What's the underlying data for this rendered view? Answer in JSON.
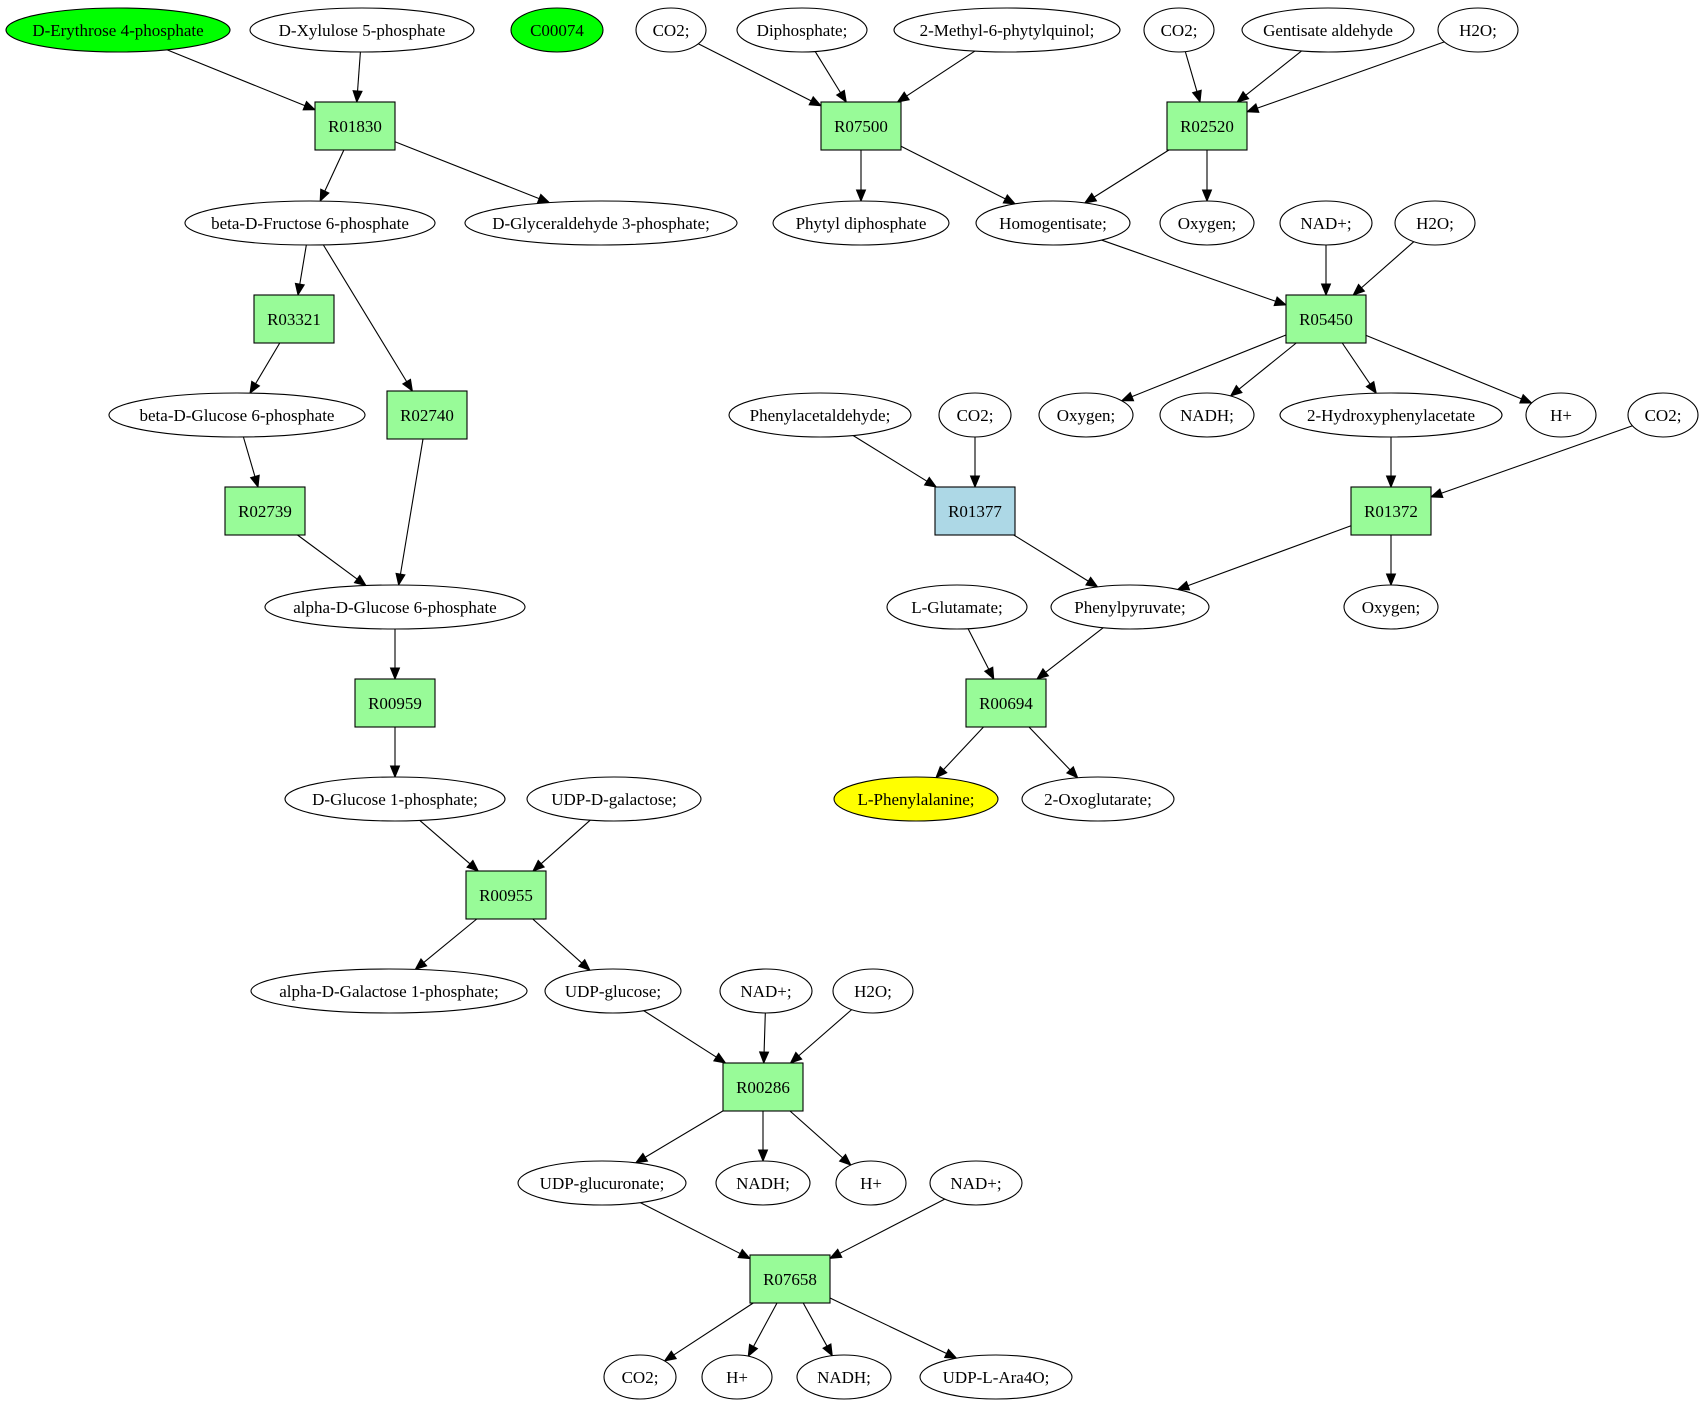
{
  "colors": {
    "reaction_default": "#98fb98",
    "reaction_highlight": "#add8e6",
    "compound_default": "#ffffff",
    "compound_source": "#00ff00",
    "compound_target": "#ffff00"
  },
  "compounds": [
    {
      "id": "c_e4p",
      "label": "D-Erythrose 4-phosphate",
      "fill": "source"
    },
    {
      "id": "c_x5p",
      "label": "D-Xylulose 5-phosphate"
    },
    {
      "id": "c_c74",
      "label": "C00074",
      "fill": "source"
    },
    {
      "id": "c_co2_a",
      "label": "CO2;"
    },
    {
      "id": "c_dip",
      "label": "Diphosphate;"
    },
    {
      "id": "c_mpq",
      "label": "2-Methyl-6-phytylquinol;"
    },
    {
      "id": "c_co2_b",
      "label": "CO2;"
    },
    {
      "id": "c_gald",
      "label": "Gentisate aldehyde"
    },
    {
      "id": "c_h2o_a",
      "label": "H2O;"
    },
    {
      "id": "c_bf6p",
      "label": "beta-D-Fructose 6-phosphate"
    },
    {
      "id": "c_g3p",
      "label": "D-Glyceraldehyde 3-phosphate;"
    },
    {
      "id": "c_phdp",
      "label": "Phytyl diphosphate"
    },
    {
      "id": "c_hgen",
      "label": "Homogentisate;"
    },
    {
      "id": "c_oxy_a",
      "label": "Oxygen;"
    },
    {
      "id": "c_nad_a",
      "label": "NAD+;"
    },
    {
      "id": "c_h2o_b",
      "label": "H2O;"
    },
    {
      "id": "c_bg6p",
      "label": "beta-D-Glucose 6-phosphate"
    },
    {
      "id": "c_phald",
      "label": "Phenylacetaldehyde;"
    },
    {
      "id": "c_co2_c",
      "label": "CO2;"
    },
    {
      "id": "c_oxy_b",
      "label": "Oxygen;"
    },
    {
      "id": "c_nadh_a",
      "label": "NADH;"
    },
    {
      "id": "c_hpa",
      "label": "2-Hydroxyphenylacetate"
    },
    {
      "id": "c_hp_a",
      "label": "H+"
    },
    {
      "id": "c_co2_d",
      "label": "CO2;"
    },
    {
      "id": "c_ag6p",
      "label": "alpha-D-Glucose 6-phosphate"
    },
    {
      "id": "c_glu",
      "label": "L-Glutamate;"
    },
    {
      "id": "c_ppyr",
      "label": "Phenylpyruvate;"
    },
    {
      "id": "c_oxy_c",
      "label": "Oxygen;"
    },
    {
      "id": "c_g1p",
      "label": "D-Glucose 1-phosphate;"
    },
    {
      "id": "c_udpgal",
      "label": "UDP-D-galactose;"
    },
    {
      "id": "c_phe",
      "label": "L-Phenylalanine;",
      "fill": "target"
    },
    {
      "id": "c_2og",
      "label": "2-Oxoglutarate;"
    },
    {
      "id": "c_agal1p",
      "label": "alpha-D-Galactose 1-phosphate;"
    },
    {
      "id": "c_udpglc",
      "label": "UDP-glucose;"
    },
    {
      "id": "c_nad_b",
      "label": "NAD+;"
    },
    {
      "id": "c_h2o_c",
      "label": "H2O;"
    },
    {
      "id": "c_udpgca",
      "label": "UDP-glucuronate;"
    },
    {
      "id": "c_nadh_b",
      "label": "NADH;"
    },
    {
      "id": "c_hp_b",
      "label": "H+"
    },
    {
      "id": "c_nad_c",
      "label": "NAD+;"
    },
    {
      "id": "c_co2_e",
      "label": "CO2;"
    },
    {
      "id": "c_hp_c",
      "label": "H+"
    },
    {
      "id": "c_nadh_c",
      "label": "NADH;"
    },
    {
      "id": "c_udpara",
      "label": "UDP-L-Ara4O;"
    }
  ],
  "reactions": [
    {
      "id": "R01830",
      "label": "R01830"
    },
    {
      "id": "R07500",
      "label": "R07500"
    },
    {
      "id": "R02520",
      "label": "R02520"
    },
    {
      "id": "R03321",
      "label": "R03321"
    },
    {
      "id": "R02740",
      "label": "R02740"
    },
    {
      "id": "R05450",
      "label": "R05450"
    },
    {
      "id": "R02739",
      "label": "R02739"
    },
    {
      "id": "R01377",
      "label": "R01377",
      "fill": "highlight"
    },
    {
      "id": "R01372",
      "label": "R01372"
    },
    {
      "id": "R00959",
      "label": "R00959"
    },
    {
      "id": "R00694",
      "label": "R00694"
    },
    {
      "id": "R00955",
      "label": "R00955"
    },
    {
      "id": "R00286",
      "label": "R00286"
    },
    {
      "id": "R07658",
      "label": "R07658"
    }
  ],
  "edges": [
    [
      "c_e4p",
      "R01830"
    ],
    [
      "c_x5p",
      "R01830"
    ],
    [
      "R01830",
      "c_bf6p"
    ],
    [
      "R01830",
      "c_g3p"
    ],
    [
      "c_co2_a",
      "R07500"
    ],
    [
      "c_dip",
      "R07500"
    ],
    [
      "c_mpq",
      "R07500"
    ],
    [
      "R07500",
      "c_phdp"
    ],
    [
      "R07500",
      "c_hgen"
    ],
    [
      "c_co2_b",
      "R02520"
    ],
    [
      "c_gald",
      "R02520"
    ],
    [
      "c_h2o_a",
      "R02520"
    ],
    [
      "R02520",
      "c_hgen"
    ],
    [
      "R02520",
      "c_oxy_a"
    ],
    [
      "c_bf6p",
      "R03321"
    ],
    [
      "R03321",
      "c_bg6p"
    ],
    [
      "c_bf6p",
      "R02740"
    ],
    [
      "R02740",
      "c_ag6p"
    ],
    [
      "c_bg6p",
      "R02739"
    ],
    [
      "R02739",
      "c_ag6p"
    ],
    [
      "c_hgen",
      "R05450"
    ],
    [
      "c_nad_a",
      "R05450"
    ],
    [
      "c_h2o_b",
      "R05450"
    ],
    [
      "R05450",
      "c_oxy_b"
    ],
    [
      "R05450",
      "c_nadh_a"
    ],
    [
      "R05450",
      "c_hpa"
    ],
    [
      "R05450",
      "c_hp_a"
    ],
    [
      "c_phald",
      "R01377"
    ],
    [
      "c_co2_c",
      "R01377"
    ],
    [
      "R01377",
      "c_ppyr"
    ],
    [
      "c_hpa",
      "R01372"
    ],
    [
      "c_co2_d",
      "R01372"
    ],
    [
      "R01372",
      "c_ppyr"
    ],
    [
      "R01372",
      "c_oxy_c"
    ],
    [
      "c_ag6p",
      "R00959"
    ],
    [
      "R00959",
      "c_g1p"
    ],
    [
      "c_glu",
      "R00694"
    ],
    [
      "c_ppyr",
      "R00694"
    ],
    [
      "R00694",
      "c_phe"
    ],
    [
      "R00694",
      "c_2og"
    ],
    [
      "c_g1p",
      "R00955"
    ],
    [
      "c_udpgal",
      "R00955"
    ],
    [
      "R00955",
      "c_agal1p"
    ],
    [
      "R00955",
      "c_udpglc"
    ],
    [
      "c_udpglc",
      "R00286"
    ],
    [
      "c_nad_b",
      "R00286"
    ],
    [
      "c_h2o_c",
      "R00286"
    ],
    [
      "R00286",
      "c_udpgca"
    ],
    [
      "R00286",
      "c_nadh_b"
    ],
    [
      "R00286",
      "c_hp_b"
    ],
    [
      "c_udpgca",
      "R07658"
    ],
    [
      "c_nad_c",
      "R07658"
    ],
    [
      "R07658",
      "c_co2_e"
    ],
    [
      "R07658",
      "c_hp_c"
    ],
    [
      "R07658",
      "c_nadh_c"
    ],
    [
      "R07658",
      "c_udpara"
    ]
  ]
}
